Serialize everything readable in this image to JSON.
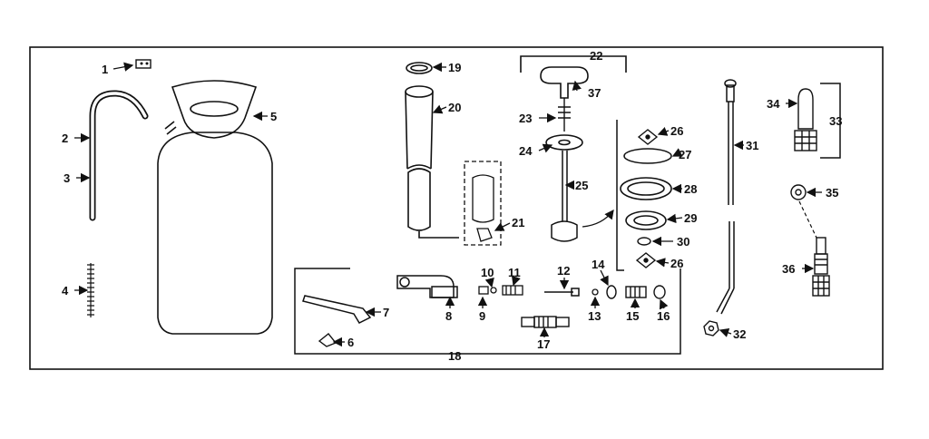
{
  "colors": {
    "ink": "#111111",
    "paper": "#ffffff"
  },
  "callouts": [
    {
      "id": "1",
      "text": "1"
    },
    {
      "id": "2",
      "text": "2"
    },
    {
      "id": "3",
      "text": "3"
    },
    {
      "id": "4",
      "text": "4"
    },
    {
      "id": "5",
      "text": "5"
    },
    {
      "id": "6",
      "text": "6"
    },
    {
      "id": "7",
      "text": "7"
    },
    {
      "id": "8",
      "text": "8"
    },
    {
      "id": "9",
      "text": "9"
    },
    {
      "id": "10",
      "text": "10"
    },
    {
      "id": "11",
      "text": "11"
    },
    {
      "id": "12",
      "text": "12"
    },
    {
      "id": "13",
      "text": "13"
    },
    {
      "id": "14",
      "text": "14"
    },
    {
      "id": "15",
      "text": "15"
    },
    {
      "id": "16",
      "text": "16"
    },
    {
      "id": "17",
      "text": "17"
    },
    {
      "id": "18",
      "text": "18"
    },
    {
      "id": "19",
      "text": "19"
    },
    {
      "id": "20",
      "text": "20"
    },
    {
      "id": "21",
      "text": "21"
    },
    {
      "id": "22",
      "text": "22"
    },
    {
      "id": "23",
      "text": "23"
    },
    {
      "id": "24",
      "text": "24"
    },
    {
      "id": "25",
      "text": "25"
    },
    {
      "id": "26a",
      "text": "26"
    },
    {
      "id": "26b",
      "text": "26"
    },
    {
      "id": "27",
      "text": "27"
    },
    {
      "id": "28",
      "text": "28"
    },
    {
      "id": "29",
      "text": "29"
    },
    {
      "id": "30",
      "text": "30"
    },
    {
      "id": "31",
      "text": "31"
    },
    {
      "id": "32",
      "text": "32"
    },
    {
      "id": "33",
      "text": "33"
    },
    {
      "id": "34",
      "text": "34"
    },
    {
      "id": "35",
      "text": "35"
    },
    {
      "id": "36",
      "text": "36"
    },
    {
      "id": "37",
      "text": "37"
    }
  ]
}
